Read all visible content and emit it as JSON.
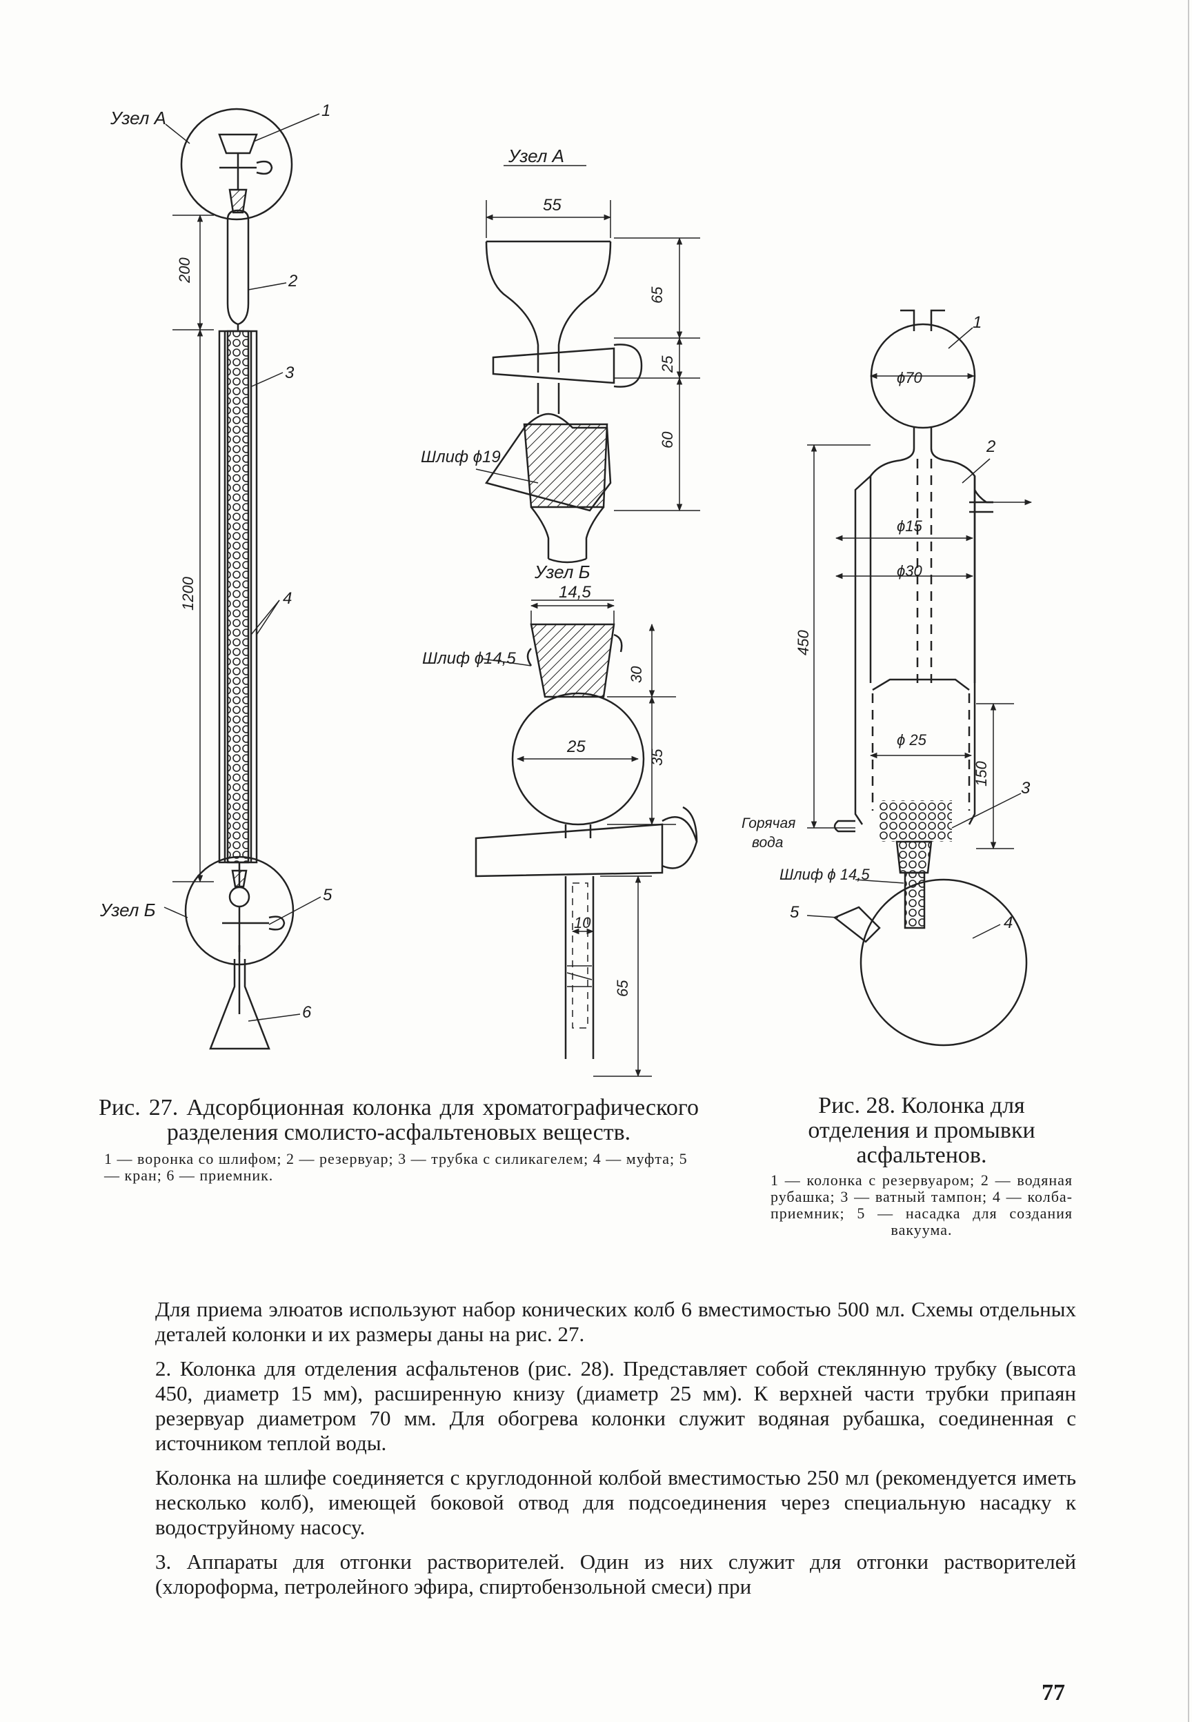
{
  "fig27": {
    "node_a_label": "Узел А",
    "node_b_label": "Узел Б",
    "dim_200": "200",
    "dim_1200": "1200",
    "numbers": [
      "1",
      "2",
      "3",
      "4",
      "5",
      "6"
    ]
  },
  "detail_a": {
    "title": "Узел А",
    "dim_55": "55",
    "dim_65": "65",
    "dim_25": "25",
    "dim_60": "60",
    "ground_joint": "Шлиф ϕ19"
  },
  "detail_b": {
    "title": "Узел Б",
    "dim_14_5": "14,5",
    "ground_joint": "Шлиф ϕ14,5",
    "dim_30": "30",
    "dim_25": "25",
    "dim_35": "35",
    "dim_10": "10",
    "dim_65": "65"
  },
  "fig28": {
    "phi70": "ϕ70",
    "phi15": "ϕ15",
    "phi30": "ϕ30",
    "phi25": "ϕ 25",
    "dim_450": "450",
    "dim_150": "150",
    "hot_water_1": "Горячая",
    "hot_water_2": "вода",
    "ground_joint": "Шлиф ϕ 14,5",
    "numbers": [
      "1",
      "2",
      "3",
      "4",
      "5"
    ]
  },
  "caption27": {
    "title": "Рис. 27. Адсорбционная колонка для хроматографического разделения смолисто-асфальтеновых веществ.",
    "legend": "1 — воронка со шлифом; 2 — резервуар; 3 — трубка с силикагелем; 4 — муфта; 5 — кран; 6 — приемник."
  },
  "caption28": {
    "title": "Рис. 28. Колонка для отделения и промывки асфальтенов.",
    "legend": "1 — колонка с резервуаром; 2 — водяная рубашка; 3 — ватный тампон; 4 — колба-приемник; 5 — насадка для создания вакуума."
  },
  "body": {
    "p1": "Для приема элюатов используют набор конических колб 6 вместимостью 500 мл. Схемы отдельных деталей колонки и их размеры даны на рис. 27.",
    "p2": "2. Колонка для отделения асфальтенов (рис. 28). Представляет собой стеклянную трубку (высота 450, диаметр 15 мм), расширенную книзу (диаметр 25 мм). К верхней части трубки припаян резервуар диаметром 70 мм. Для обогрева колонки служит водяная рубашка, соединенная с источником теплой воды.",
    "p3": "Колонка на шлифе соединяется с круглодонной колбой вместимостью 250 мл (рекомендуется иметь несколько колб), имеющей боковой отвод для подсоединения через специальную насадку к водоструйному насосу.",
    "p4": "3. Аппараты для отгонки растворителей. Один из них служит для отгонки растворителей (хлороформа, петролейного эфира, спиртобензольной смеси) при"
  },
  "page_number": "77"
}
